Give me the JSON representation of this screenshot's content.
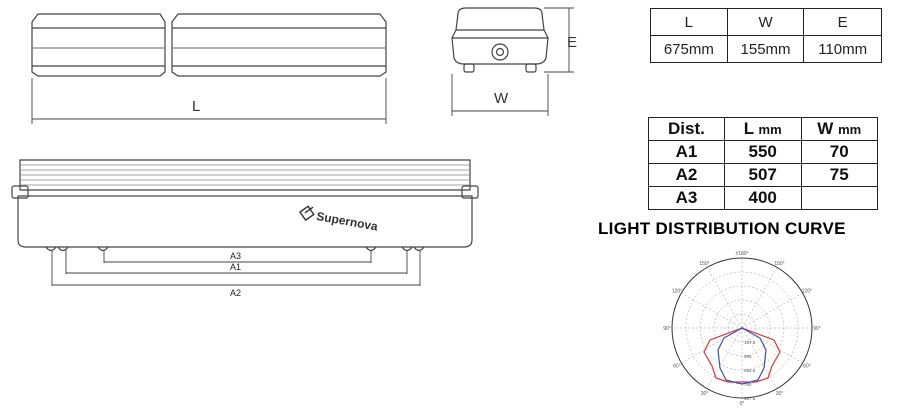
{
  "dimension_labels": {
    "length": "L",
    "width": "W",
    "height": "E"
  },
  "mount_labels": [
    "A3",
    "A1",
    "A2"
  ],
  "brand": "Supernova",
  "dims_table": {
    "headers": [
      "L",
      "W",
      "E"
    ],
    "values": [
      "675mm",
      "155mm",
      "110mm"
    ]
  },
  "dist_table": {
    "headers": [
      "Dist.",
      "L",
      "W"
    ],
    "header_units": [
      "",
      "mm",
      "mm"
    ],
    "rows": [
      [
        "A1",
        "550",
        "70"
      ],
      [
        "A2",
        "507",
        "75"
      ],
      [
        "A3",
        "400",
        ""
      ]
    ]
  },
  "curve_title": "LIGHT DISTRIBUTION CURVE",
  "polar": {
    "angle_labels": [
      "±180°",
      "150°",
      "150°",
      "120°",
      "120°",
      "90°",
      "90°",
      "60°",
      "60°",
      "30°",
      "30°",
      "0°"
    ],
    "radial_labels": [
      "197.5",
      "395",
      "592.5",
      "790",
      "987.5"
    ],
    "curve_colors": {
      "c0": "#d9383a",
      "c90": "#3a4fc4"
    }
  }
}
